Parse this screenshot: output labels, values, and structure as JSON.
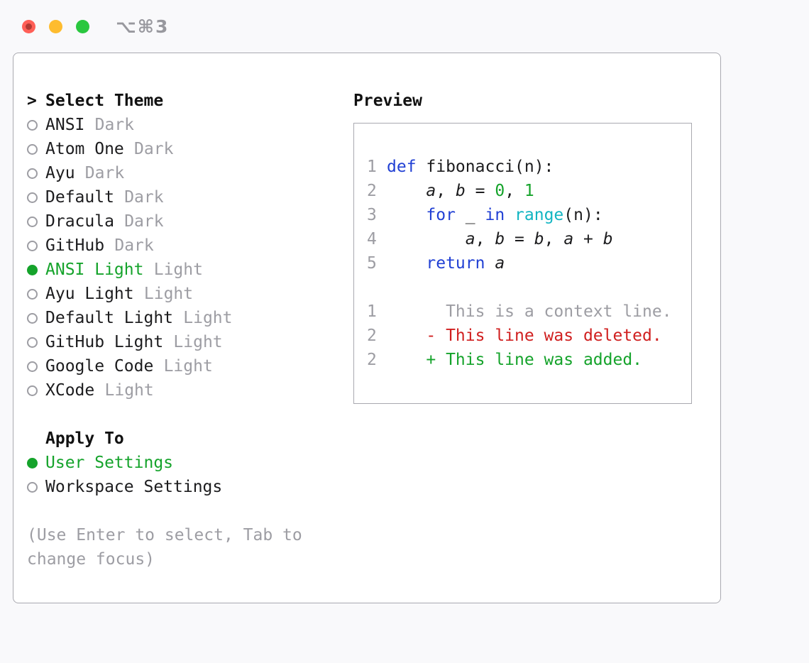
{
  "window": {
    "title": "⌥⌘3"
  },
  "colors": {
    "accent_green": "#15a32b",
    "keyword_blue": "#2140d4",
    "builtin_cyan": "#12b5c2",
    "removed_red": "#d01f1f",
    "muted_gray": "#9d9da3"
  },
  "theme_selector": {
    "prompt": ">",
    "heading": "Select Theme",
    "items": [
      {
        "name": "ANSI",
        "variant": "Dark",
        "selected": false
      },
      {
        "name": "Atom One",
        "variant": "Dark",
        "selected": false
      },
      {
        "name": "Ayu",
        "variant": "Dark",
        "selected": false
      },
      {
        "name": "Default",
        "variant": "Dark",
        "selected": false
      },
      {
        "name": "Dracula",
        "variant": "Dark",
        "selected": false
      },
      {
        "name": "GitHub",
        "variant": "Dark",
        "selected": false
      },
      {
        "name": "ANSI Light",
        "variant": "Light",
        "selected": true
      },
      {
        "name": "Ayu Light",
        "variant": "Light",
        "selected": false
      },
      {
        "name": "Default Light",
        "variant": "Light",
        "selected": false
      },
      {
        "name": "GitHub Light",
        "variant": "Light",
        "selected": false
      },
      {
        "name": "Google Code",
        "variant": "Light",
        "selected": false
      },
      {
        "name": "XCode",
        "variant": "Light",
        "selected": false
      }
    ]
  },
  "apply_to": {
    "heading": "Apply To",
    "options": [
      {
        "label": "User Settings",
        "selected": true
      },
      {
        "label": "Workspace Settings",
        "selected": false
      }
    ]
  },
  "help_text": "(Use Enter to select, Tab to change focus)",
  "preview": {
    "heading": "Preview",
    "lines": [
      {
        "num": "1",
        "tokens": [
          {
            "text": "def",
            "style": "kw"
          },
          {
            "text": " fibonacci(n):",
            "style": "fg"
          }
        ]
      },
      {
        "num": "2",
        "tokens": [
          {
            "text": "    ",
            "style": "fg"
          },
          {
            "text": "a",
            "style": "var"
          },
          {
            "text": ", ",
            "style": "fg"
          },
          {
            "text": "b",
            "style": "var"
          },
          {
            "text": " = ",
            "style": "fg"
          },
          {
            "text": "0",
            "style": "num"
          },
          {
            "text": ", ",
            "style": "fg"
          },
          {
            "text": "1",
            "style": "num"
          }
        ]
      },
      {
        "num": "3",
        "tokens": [
          {
            "text": "    ",
            "style": "fg"
          },
          {
            "text": "for",
            "style": "kw"
          },
          {
            "text": " _ ",
            "style": "fg"
          },
          {
            "text": "in",
            "style": "kw"
          },
          {
            "text": " ",
            "style": "fg"
          },
          {
            "text": "range",
            "style": "builtin"
          },
          {
            "text": "(n):",
            "style": "fg"
          }
        ]
      },
      {
        "num": "4",
        "tokens": [
          {
            "text": "        ",
            "style": "fg"
          },
          {
            "text": "a",
            "style": "var"
          },
          {
            "text": ", ",
            "style": "fg"
          },
          {
            "text": "b",
            "style": "var"
          },
          {
            "text": " = ",
            "style": "fg"
          },
          {
            "text": "b",
            "style": "var"
          },
          {
            "text": ", ",
            "style": "fg"
          },
          {
            "text": "a",
            "style": "var"
          },
          {
            "text": " + ",
            "style": "fg"
          },
          {
            "text": "b",
            "style": "var"
          }
        ]
      },
      {
        "num": "5",
        "tokens": [
          {
            "text": "    ",
            "style": "fg"
          },
          {
            "text": "return",
            "style": "kw"
          },
          {
            "text": " ",
            "style": "fg"
          },
          {
            "text": "a",
            "style": "var"
          }
        ]
      },
      {
        "num": "",
        "tokens": []
      },
      {
        "num": "1",
        "tokens": [
          {
            "text": "      This is a context line.",
            "style": "muted"
          }
        ]
      },
      {
        "num": "2",
        "tokens": [
          {
            "text": "    - This line was deleted.",
            "style": "removed"
          }
        ]
      },
      {
        "num": "2",
        "tokens": [
          {
            "text": "    + This line was added.",
            "style": "added"
          }
        ]
      }
    ]
  }
}
